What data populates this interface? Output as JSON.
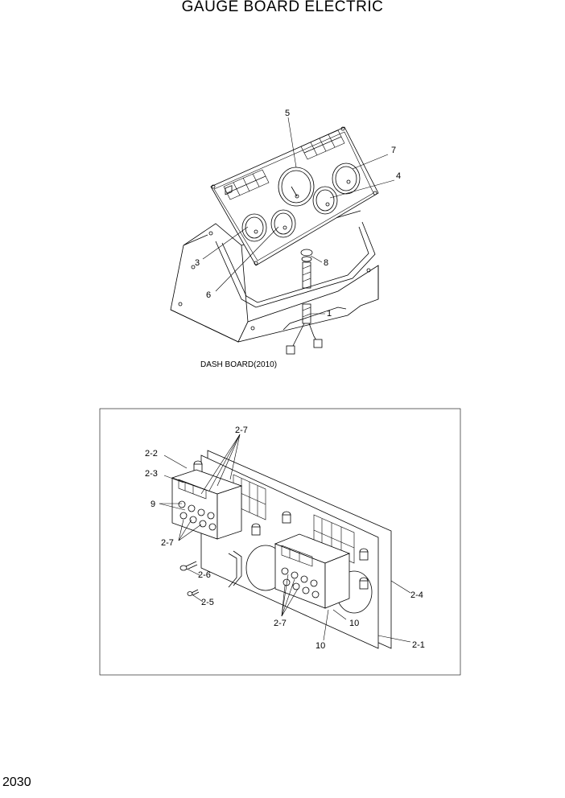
{
  "title": "GAUGE BOARD ELECTRIC",
  "page_number": "2030",
  "upper_assembly": {
    "caption": "DASH BOARD(2010)",
    "callouts": [
      "5",
      "7",
      "4",
      "3",
      "8",
      "6",
      "1"
    ]
  },
  "lower_assembly": {
    "callouts": [
      "2-7",
      "2-2",
      "2-3",
      "9",
      "2-7",
      "2-6",
      "2-5",
      "2-4",
      "2-7",
      "10",
      "10",
      "2-1"
    ]
  }
}
